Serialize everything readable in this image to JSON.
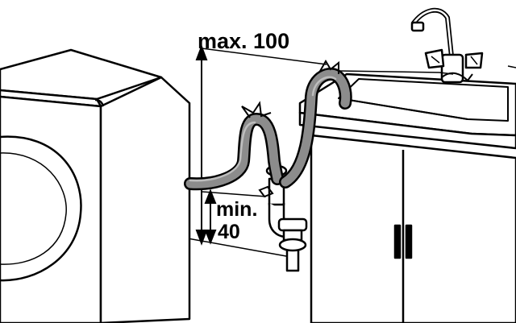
{
  "labels": {
    "max_height": "max. 100",
    "min_word": "min.",
    "min_value": "40"
  },
  "colors": {
    "line": "#000000",
    "hose": "#8c8c8c",
    "hose_dark": "#5f5f5f",
    "wall_shadow": "#e6e6e6"
  }
}
